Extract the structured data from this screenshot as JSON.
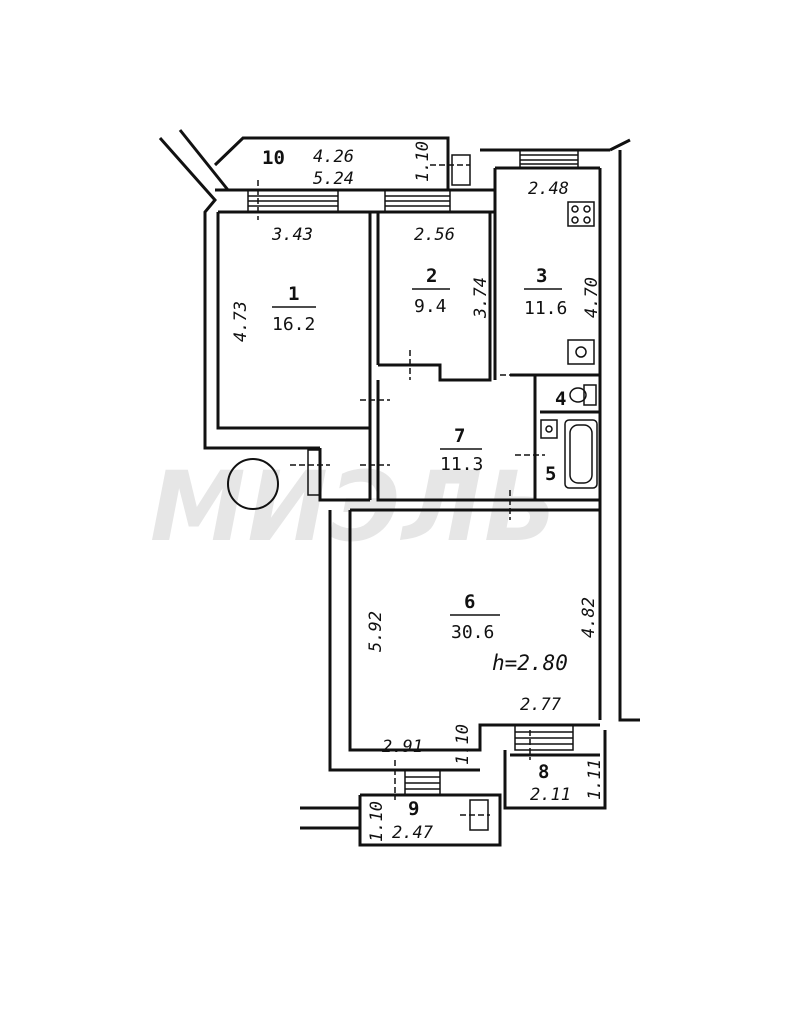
{
  "watermark": "МИЭЛЬ",
  "ceiling_height": "h=2.80",
  "rooms": [
    {
      "num": "1",
      "area": "16.2"
    },
    {
      "num": "2",
      "area": "9.4"
    },
    {
      "num": "3",
      "area": "11.6"
    },
    {
      "num": "4",
      "area": ""
    },
    {
      "num": "5",
      "area": ""
    },
    {
      "num": "6",
      "area": "30.6"
    },
    {
      "num": "7",
      "area": "11.3"
    },
    {
      "num": "8",
      "area": "2.11"
    },
    {
      "num": "9",
      "area": "2.47"
    },
    {
      "num": "10",
      "area": ""
    }
  ],
  "dimensions": {
    "d_4_26": "4.26",
    "d_5_24": "5.24",
    "d_1_10_top": "1.10",
    "d_2_48": "2.48",
    "d_3_43": "3.43",
    "d_2_56": "2.56",
    "d_4_73": "4.73",
    "d_3_74": "3.74",
    "d_4_70": "4.70",
    "d_5_92": "5.92",
    "d_4_82": "4.82",
    "d_2_77": "2.77",
    "d_2_91": "2.91",
    "d_1_10_mid": "1.10",
    "d_1_11": "1.11",
    "d_1_10_low": "1.10"
  }
}
